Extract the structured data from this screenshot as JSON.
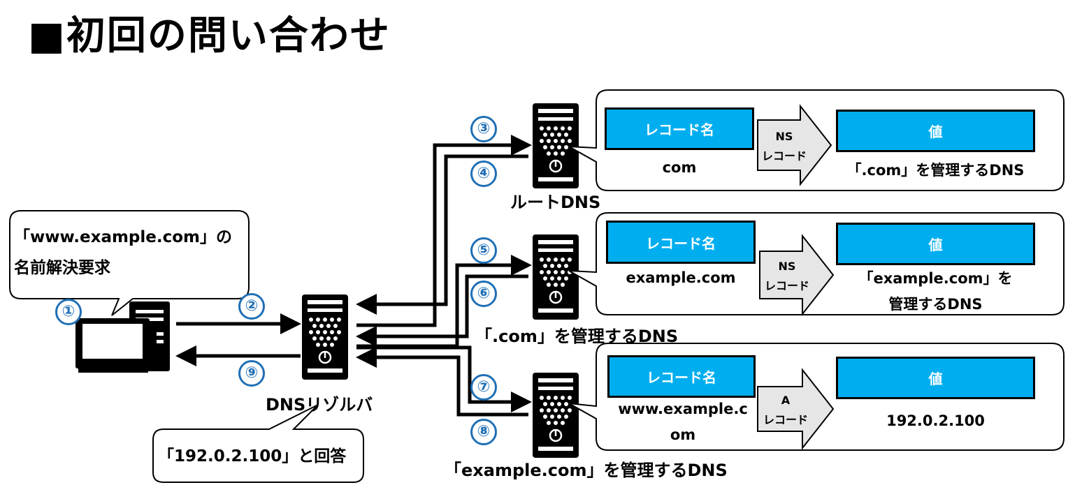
{
  "title": "■初回の問い合わせ",
  "client_bubble": {
    "line1": "「www.example.com」の",
    "line2": "名前解決要求"
  },
  "answer_bubble": "「192.0.2.100」と回答",
  "resolver_label": "DNSリゾルバ",
  "steps": [
    "①",
    "②",
    "③",
    "④",
    "⑤",
    "⑥",
    "⑦",
    "⑧",
    "⑨"
  ],
  "servers": {
    "root_label": "ルートDNS",
    "com_label": "「.com」を管理するDNS",
    "example_label": "「example.com」を管理するDNS"
  },
  "records": [
    {
      "name_header": "レコード名",
      "value_header": "値",
      "type": "NS",
      "type_suffix": "レコード",
      "name": "com",
      "value_line1": "「.com」を管理するDNS",
      "value_line2": ""
    },
    {
      "name_header": "レコード名",
      "value_header": "値",
      "type": "NS",
      "type_suffix": "レコード",
      "name": "example.com",
      "value_line1": "「example.com」を",
      "value_line2": "管理するDNS"
    },
    {
      "name_header": "レコード名",
      "value_header": "値",
      "type": "A",
      "type_suffix": "レコード",
      "name_line1": "www.example.c",
      "name_line2": "om",
      "value_line1": "192.0.2.100",
      "value_line2": ""
    }
  ],
  "colors": {
    "accent": "#00aeef",
    "step": "#1f6fb5"
  }
}
